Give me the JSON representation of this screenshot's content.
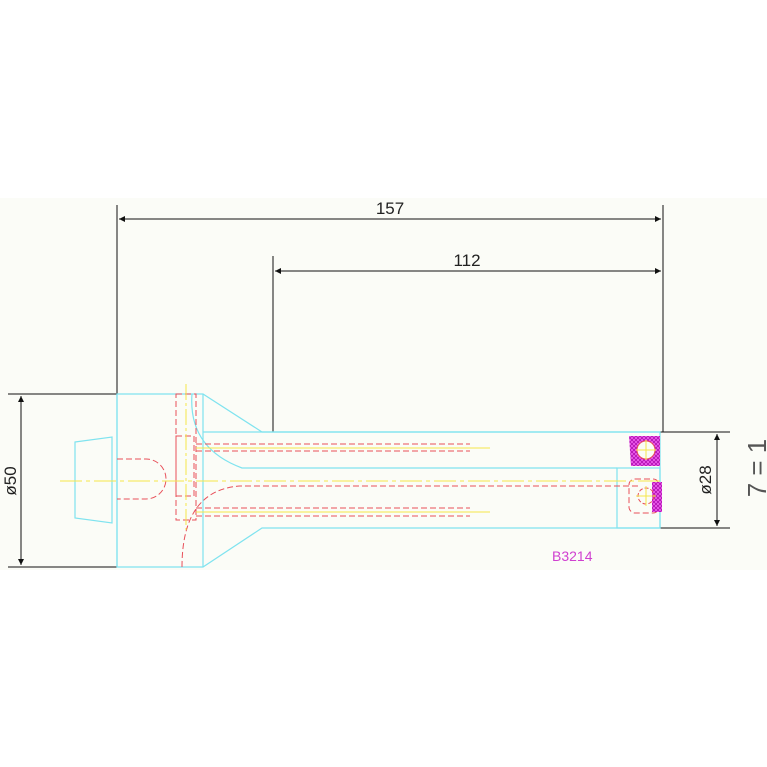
{
  "drawing": {
    "dimensions": {
      "overall_length": "157",
      "shaft_length": "112",
      "head_diameter": "ø50",
      "shaft_diameter": "ø28"
    },
    "part_number": "B3214",
    "side_note": "7 = 1"
  },
  "colors": {
    "background": "#fbfcf7",
    "outline": "#7fe3ef",
    "hidden": "#e8505a",
    "center": "#f5e64a",
    "dimension": "#111111",
    "label": "#d040d0",
    "hatch": "#e020e0"
  }
}
